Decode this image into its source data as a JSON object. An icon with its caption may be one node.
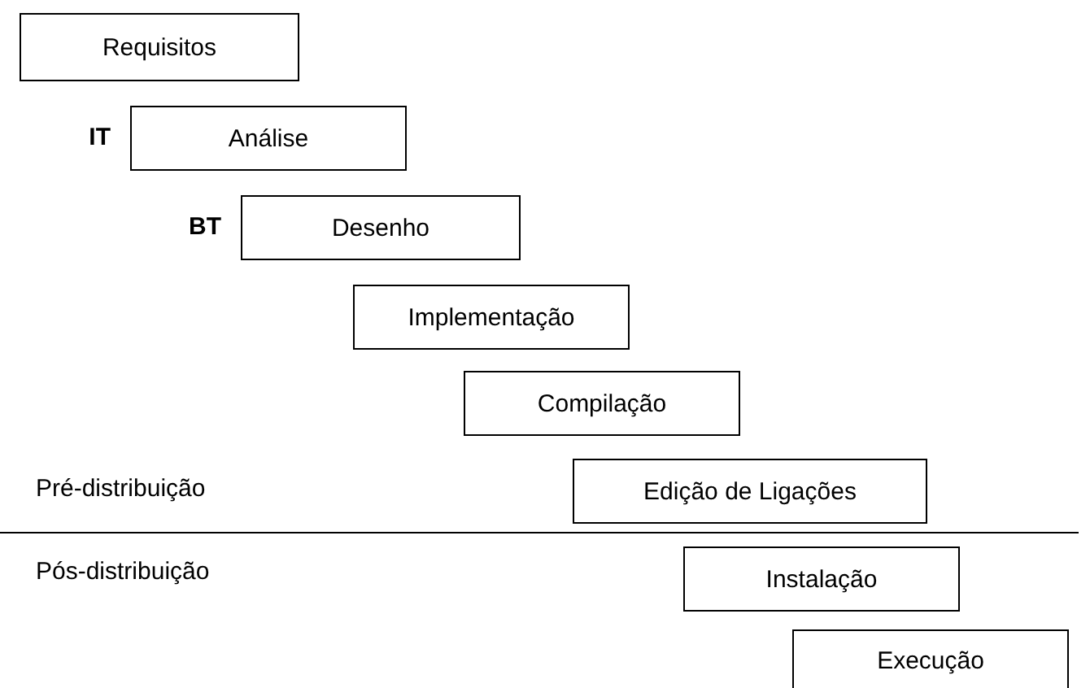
{
  "diagram": {
    "nodes": [
      {
        "text": [
          "Requisitos"
        ]
      },
      {
        "text": [
          "Análise"
        ],
        "beside": [
          "IT"
        ]
      },
      {
        "text": [
          "Desenho"
        ],
        "beside": [
          "BT"
        ]
      },
      {
        "text": [
          "Implementação"
        ]
      },
      {
        "text": [
          "Compilação"
        ]
      },
      {
        "text": [
          "Edição de Ligações"
        ]
      },
      {
        "text": [
          "Instalação"
        ]
      },
      {
        "text": [
          "Execução"
        ]
      }
    ],
    "edges": [],
    "labels": [
      "Pré-distribuição",
      "Pós-distribuição"
    ]
  }
}
